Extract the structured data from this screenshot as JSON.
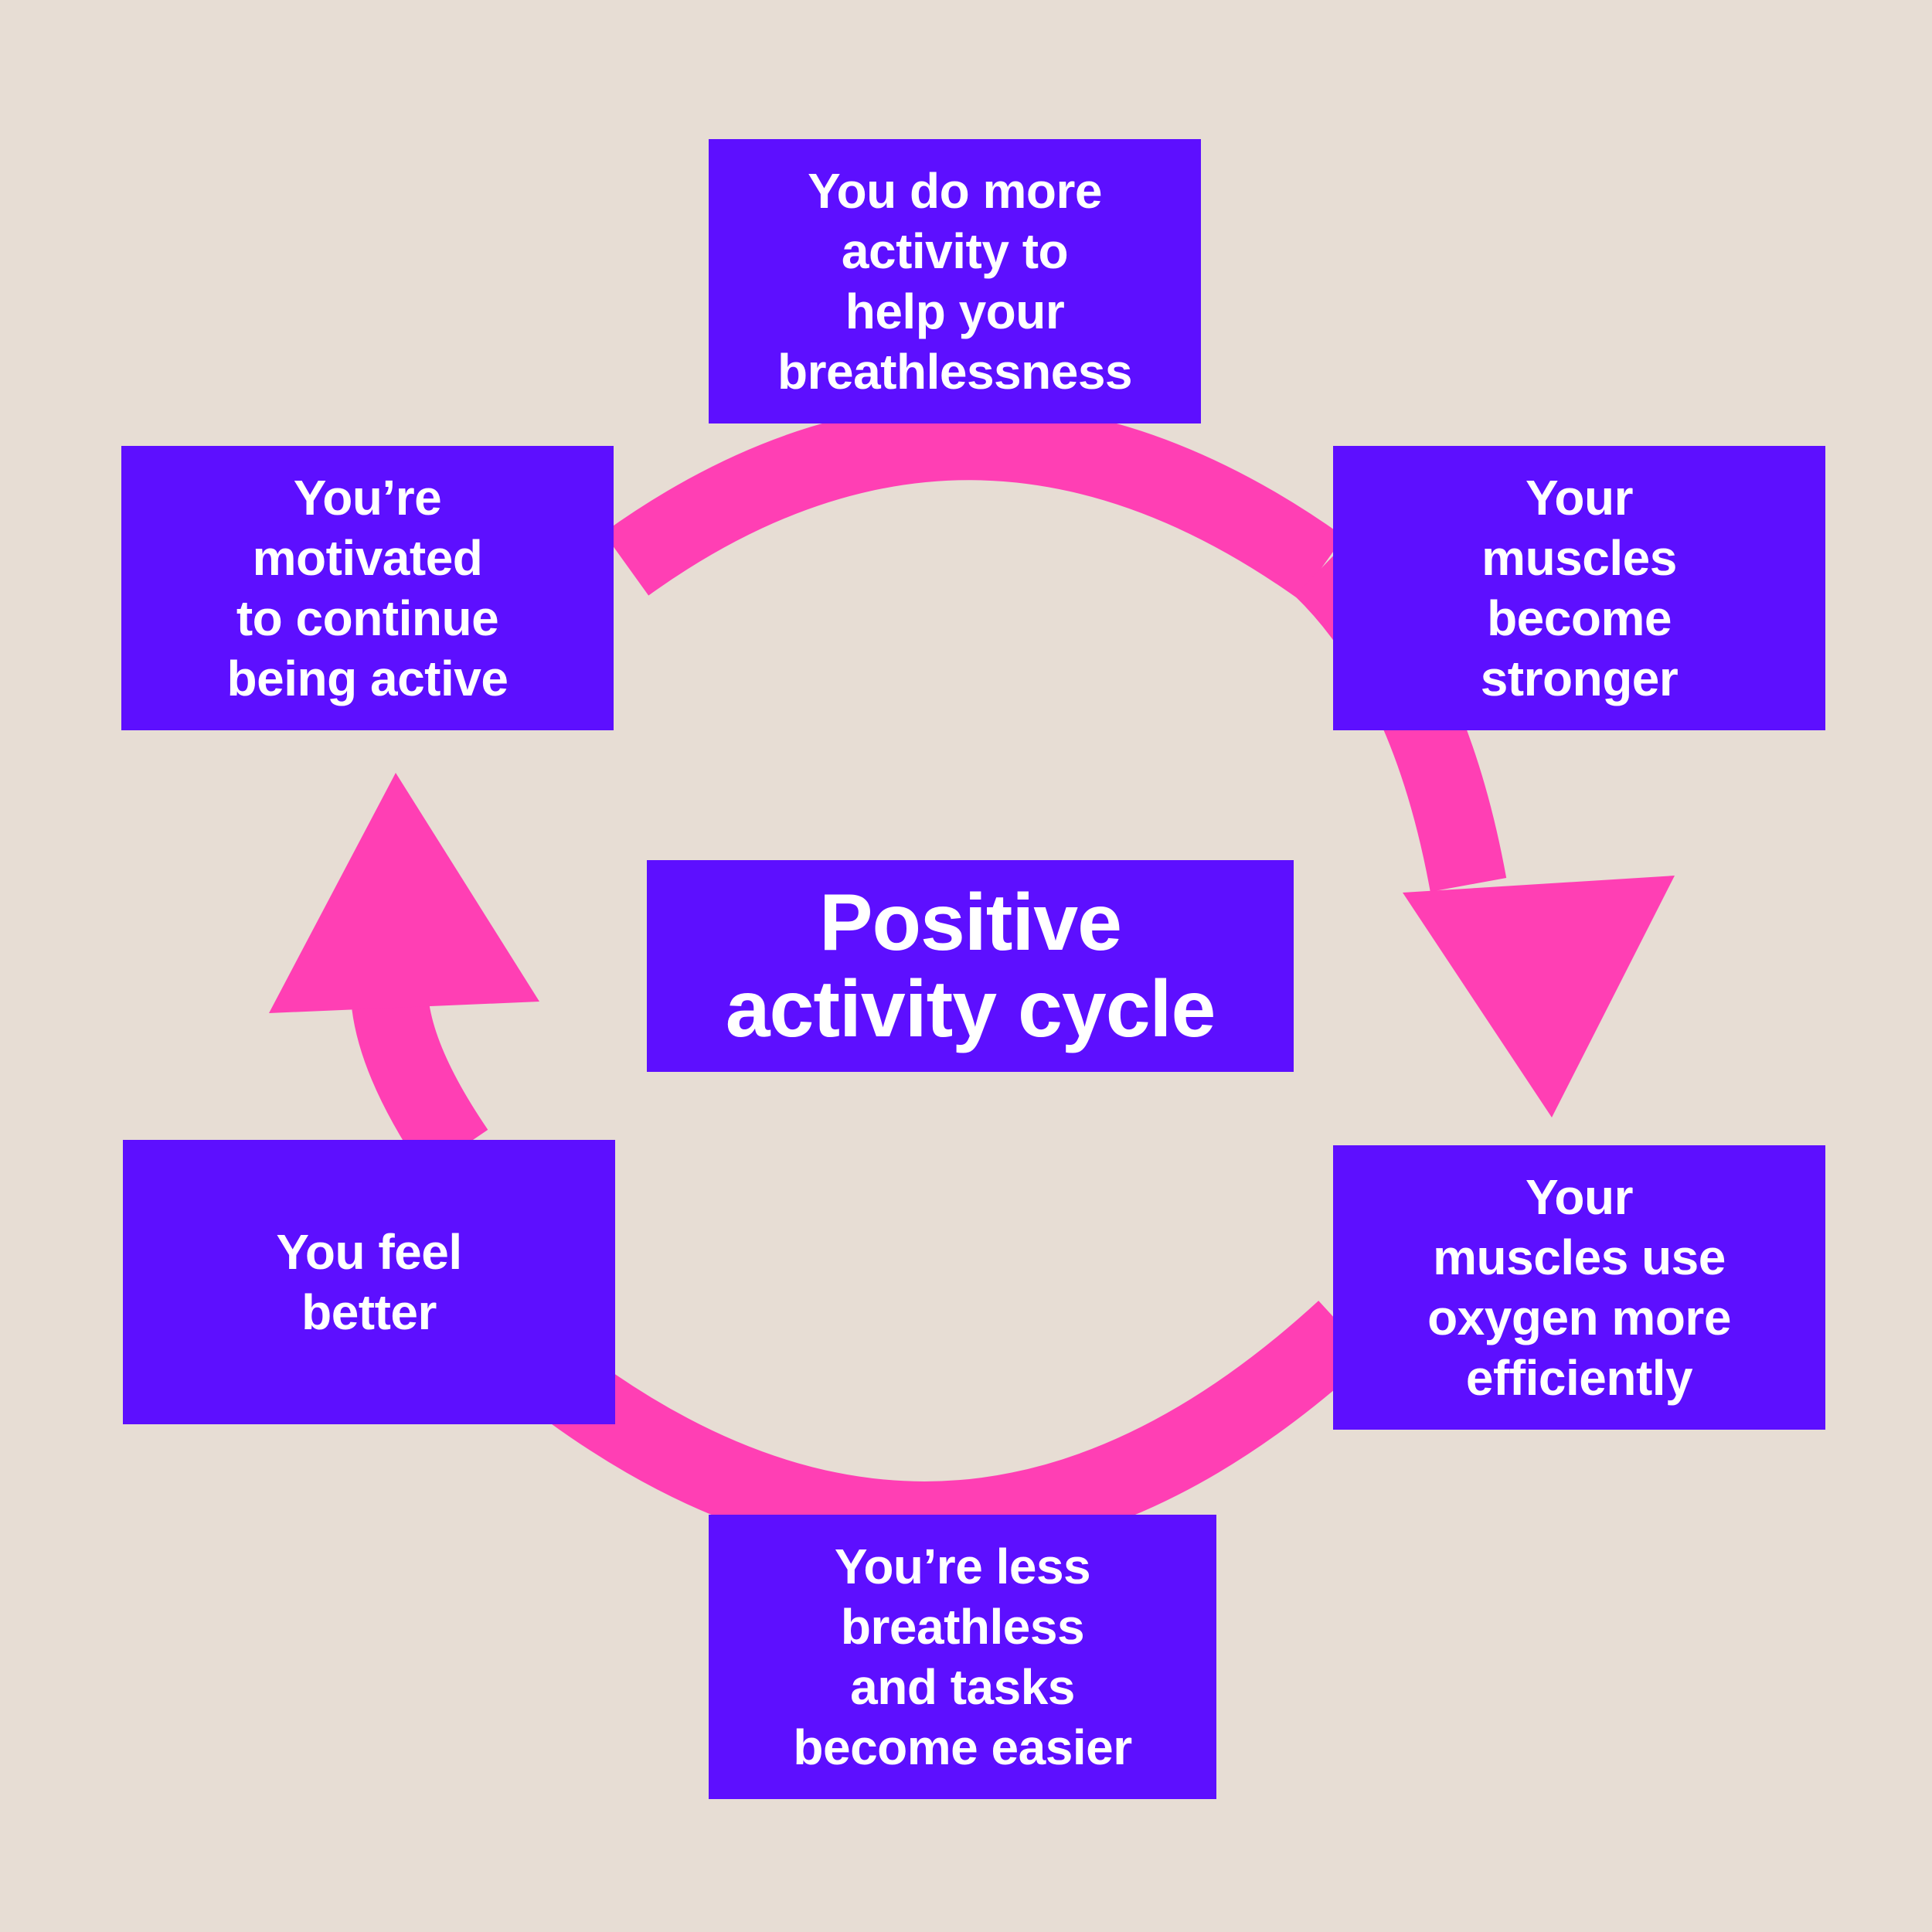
{
  "colors": {
    "background": "#e7ddd4",
    "box": "#5d0fff",
    "arrow": "#ff3fb4",
    "text": "#ffffff"
  },
  "center": {
    "title": "Positive\nactivity cycle"
  },
  "steps": [
    {
      "id": "top",
      "text": "You do more\nactivity to\nhelp your\nbreathlessness"
    },
    {
      "id": "top-right",
      "text": "Your\nmuscles\nbecome\nstronger"
    },
    {
      "id": "bottom-right",
      "text": "Your\nmuscles use\noxygen more\nefficiently"
    },
    {
      "id": "bottom",
      "text": "You’re less\nbreathless\nand tasks\nbecome easier"
    },
    {
      "id": "bottom-left",
      "text": "You feel\nbetter"
    },
    {
      "id": "top-left",
      "text": "You’re\nmotivated\nto continue\nbeing active"
    }
  ]
}
